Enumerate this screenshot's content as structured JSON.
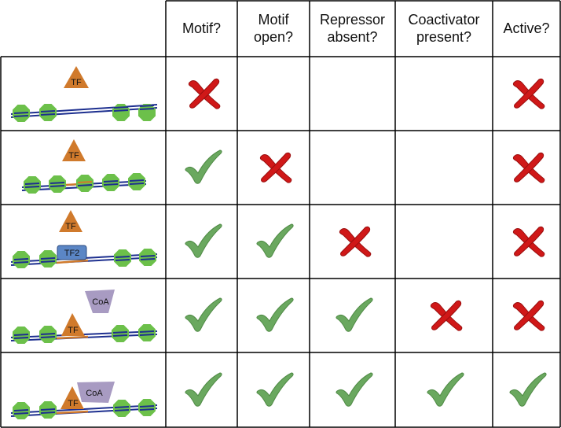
{
  "headers": [
    {
      "key": "motif",
      "text": "Motif?"
    },
    {
      "key": "motif_open",
      "text": "Motif\nopen?"
    },
    {
      "key": "repressor_absent",
      "text": "Repressor\nabsent?"
    },
    {
      "key": "coactivator_present",
      "text": "Coactivator\npresent?"
    },
    {
      "key": "active",
      "text": "Active?"
    }
  ],
  "labels": {
    "tf": "TF",
    "tf2": "TF2",
    "coa": "CoA"
  },
  "rows": [
    {
      "scenario": "motif-absent",
      "marks": [
        "cross",
        "",
        "",
        "",
        "cross"
      ]
    },
    {
      "scenario": "motif-closed",
      "marks": [
        "check",
        "cross",
        "",
        "",
        "cross"
      ]
    },
    {
      "scenario": "repressor-bound",
      "marks": [
        "check",
        "check",
        "cross",
        "",
        "cross"
      ]
    },
    {
      "scenario": "no-coactivator",
      "marks": [
        "check",
        "check",
        "check",
        "cross",
        "cross"
      ]
    },
    {
      "scenario": "active",
      "marks": [
        "check",
        "check",
        "check",
        "check",
        "check"
      ]
    }
  ],
  "colors": {
    "check": "#6aa85f",
    "cross": "#d01818",
    "nucleosome": "#6cc04a",
    "dna": "#1d2f8f",
    "motif": "#d07a2c",
    "tf": "#d07a2c",
    "tf2": "#5b86c5",
    "coa": "#a89bc2"
  }
}
